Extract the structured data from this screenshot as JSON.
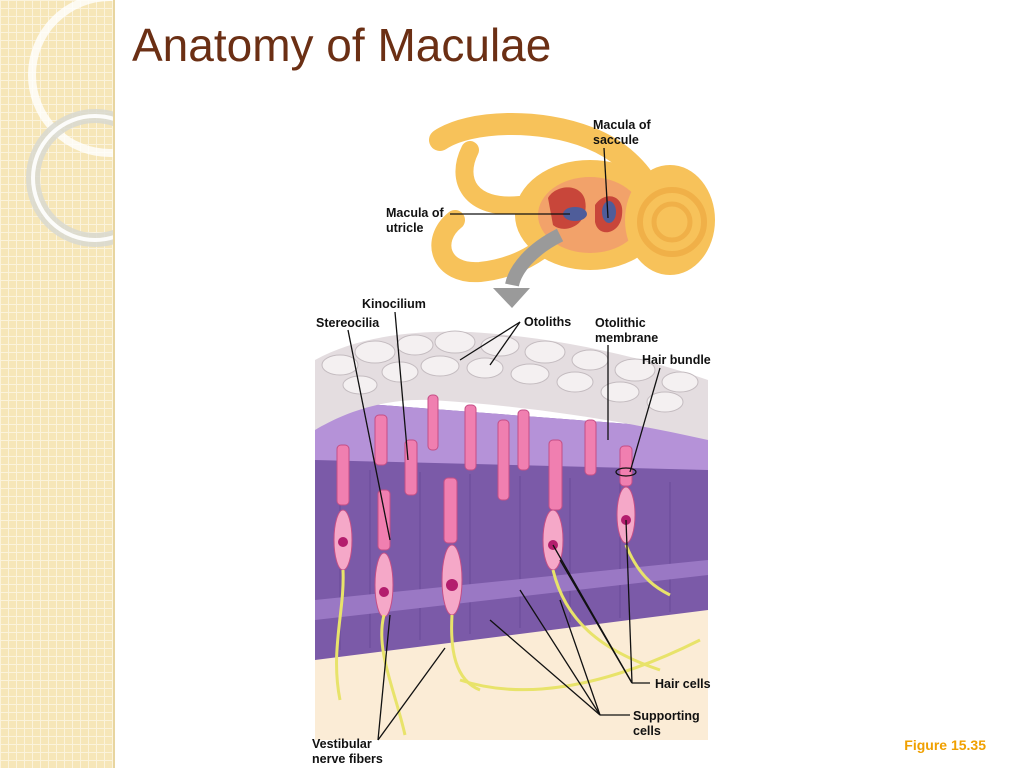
{
  "slide": {
    "title": "Anatomy of Maculae",
    "figure_caption": "Figure 15.35"
  },
  "labels": {
    "macula_saccule": "Macula of\nsaccule",
    "macula_utricle": "Macula of\nutricle",
    "kinocilium": "Kinocilium",
    "stereocilia": "Stereocilia",
    "otoliths": "Otoliths",
    "otolithic_membrane": "Otolithic\nmembrane",
    "hair_bundle": "Hair bundle",
    "hair_cells": "Hair cells",
    "supporting_cells": "Supporting\ncells",
    "vestibular_nerve_fibers": "Vestibular\nnerve fibers"
  },
  "colors": {
    "title": "#6b2f14",
    "caption": "#f0a000",
    "sidebar": "#f6e6b8",
    "bone": "#f7c25a",
    "membrane": "#e4dde0",
    "epithelium": "#7b5aa8",
    "hair_cell": "#f07fb0",
    "nerve": "#e8e36a",
    "base": "#fbecd6"
  }
}
